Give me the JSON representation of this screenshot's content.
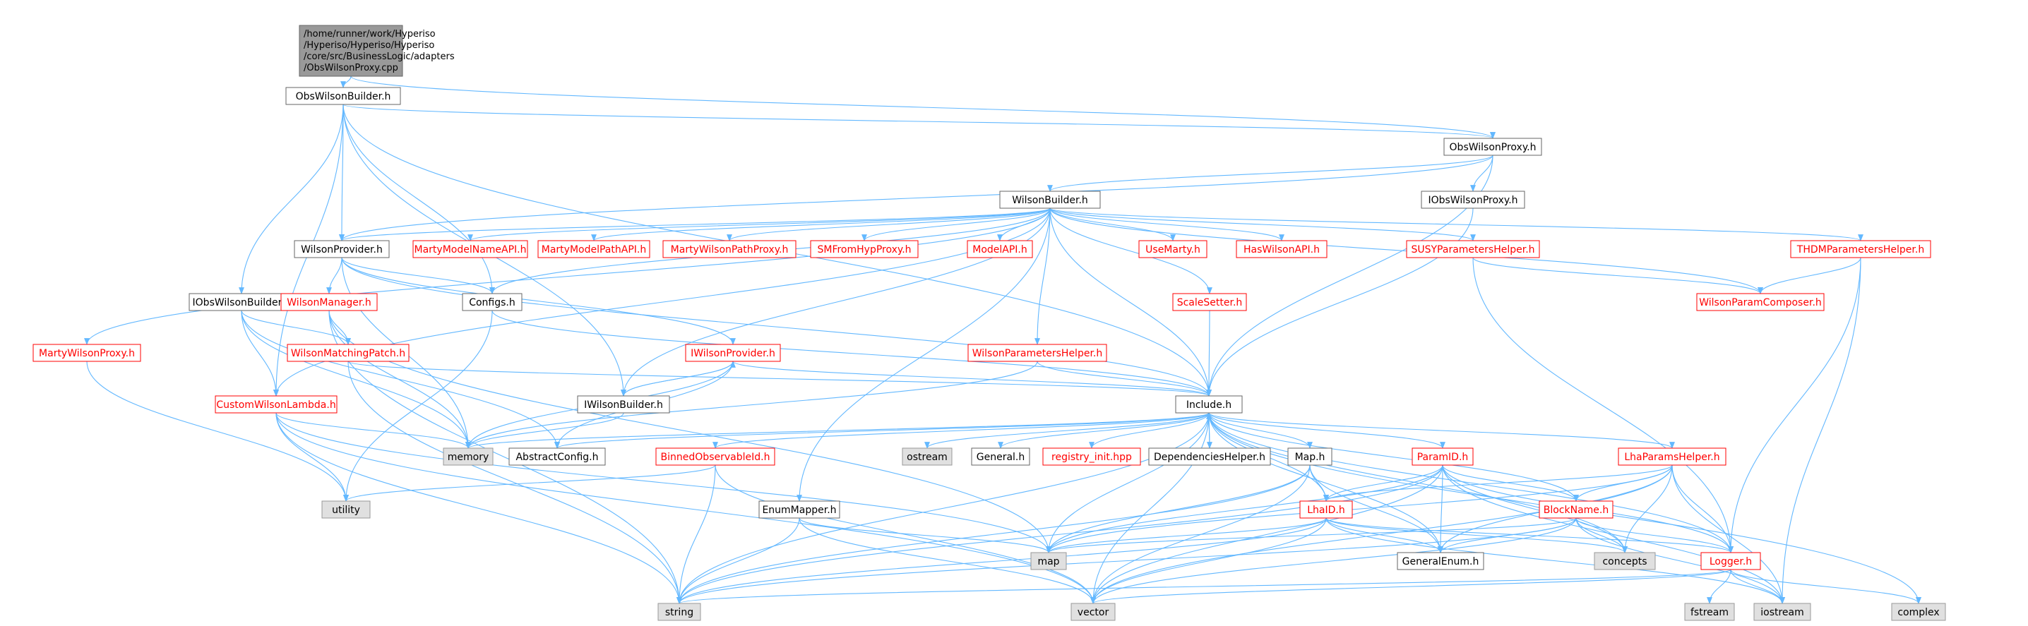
{
  "graph": {
    "root": {
      "id": "root",
      "label_lines": [
        "/home/runner/work/Hyperiso",
        "/Hyperiso/Hyperiso/Hyperiso",
        "/core/src/BusinessLogic/adapters",
        "/ObsWilsonProxy.cpp"
      ]
    },
    "nodes": [
      {
        "id": "ObsWilsonBuilder",
        "label": "ObsWilsonBuilder.h",
        "style": "white"
      },
      {
        "id": "ObsWilsonProxy",
        "label": "ObsWilsonProxy.h",
        "style": "white"
      },
      {
        "id": "WilsonBuilder",
        "label": "WilsonBuilder.h",
        "style": "white"
      },
      {
        "id": "IObsWilsonProxy",
        "label": "IObsWilsonProxy.h",
        "style": "white"
      },
      {
        "id": "WilsonProvider",
        "label": "WilsonProvider.h",
        "style": "white"
      },
      {
        "id": "MartyModelNameAPI",
        "label": "MartyModelNameAPI.h",
        "style": "red"
      },
      {
        "id": "MartyModelPathAPI",
        "label": "MartyModelPathAPI.h",
        "style": "red"
      },
      {
        "id": "MartyWilsonPathProxy",
        "label": "MartyWilsonPathProxy.h",
        "style": "red"
      },
      {
        "id": "SMFromHypProxy",
        "label": "SMFromHypProxy.h",
        "style": "red"
      },
      {
        "id": "ModelAPI",
        "label": "ModelAPI.h",
        "style": "red"
      },
      {
        "id": "UseMarty",
        "label": "UseMarty.h",
        "style": "red"
      },
      {
        "id": "HasWilsonAPI",
        "label": "HasWilsonAPI.h",
        "style": "red"
      },
      {
        "id": "SUSYParametersHelper",
        "label": "SUSYParametersHelper.h",
        "style": "red"
      },
      {
        "id": "THDMParametersHelper",
        "label": "THDMParametersHelper.h",
        "style": "red"
      },
      {
        "id": "IObsWilsonBuilder",
        "label": "IObsWilsonBuilder.h",
        "style": "white"
      },
      {
        "id": "WilsonManager",
        "label": "WilsonManager.h",
        "style": "red"
      },
      {
        "id": "Configs",
        "label": "Configs.h",
        "style": "white"
      },
      {
        "id": "ScaleSetter",
        "label": "ScaleSetter.h",
        "style": "red"
      },
      {
        "id": "WilsonParamComposer",
        "label": "WilsonParamComposer.h",
        "style": "red"
      },
      {
        "id": "MartyWilsonProxy",
        "label": "MartyWilsonProxy.h",
        "style": "red"
      },
      {
        "id": "WilsonMatchingPatch",
        "label": "WilsonMatchingPatch.h",
        "style": "red"
      },
      {
        "id": "IWilsonProvider",
        "label": "IWilsonProvider.h",
        "style": "red"
      },
      {
        "id": "WilsonParametersHelper",
        "label": "WilsonParametersHelper.h",
        "style": "red"
      },
      {
        "id": "CustomWilsonLambda",
        "label": "CustomWilsonLambda.h",
        "style": "red"
      },
      {
        "id": "IWilsonBuilder",
        "label": "IWilsonBuilder.h",
        "style": "white"
      },
      {
        "id": "Include",
        "label": "Include.h",
        "style": "white"
      },
      {
        "id": "memory",
        "label": "memory",
        "style": "gray"
      },
      {
        "id": "AbstractConfig",
        "label": "AbstractConfig.h",
        "style": "white"
      },
      {
        "id": "ostream",
        "label": "ostream",
        "style": "gray"
      },
      {
        "id": "General",
        "label": "General.h",
        "style": "white"
      },
      {
        "id": "registry_init",
        "label": "registry_init.hpp",
        "style": "red"
      },
      {
        "id": "DependenciesHelper",
        "label": "DependenciesHelper.h",
        "style": "white"
      },
      {
        "id": "Map",
        "label": "Map.h",
        "style": "white"
      },
      {
        "id": "ParamID",
        "label": "ParamID.h",
        "style": "red"
      },
      {
        "id": "LhaParamsHelper",
        "label": "LhaParamsHelper.h",
        "style": "red"
      },
      {
        "id": "BinnedObservableId",
        "label": "BinnedObservableId.h",
        "style": "red"
      },
      {
        "id": "utility",
        "label": "utility",
        "style": "gray"
      },
      {
        "id": "EnumMapper",
        "label": "EnumMapper.h",
        "style": "white"
      },
      {
        "id": "LhaID",
        "label": "LhaID.h",
        "style": "red"
      },
      {
        "id": "BlockName",
        "label": "BlockName.h",
        "style": "red"
      },
      {
        "id": "map",
        "label": "map",
        "style": "gray"
      },
      {
        "id": "GeneralEnum",
        "label": "GeneralEnum.h",
        "style": "white"
      },
      {
        "id": "concepts",
        "label": "concepts",
        "style": "gray"
      },
      {
        "id": "Logger",
        "label": "Logger.h",
        "style": "red"
      },
      {
        "id": "string",
        "label": "string",
        "style": "gray"
      },
      {
        "id": "vector",
        "label": "vector",
        "style": "gray"
      },
      {
        "id": "fstream",
        "label": "fstream",
        "style": "gray"
      },
      {
        "id": "iostream",
        "label": "iostream",
        "style": "gray"
      },
      {
        "id": "complex",
        "label": "complex",
        "style": "gray"
      }
    ],
    "edges": [
      [
        "root",
        "ObsWilsonBuilder"
      ],
      [
        "root",
        "ObsWilsonProxy"
      ],
      [
        "ObsWilsonBuilder",
        "ObsWilsonProxy"
      ],
      [
        "ObsWilsonBuilder",
        "WilsonProvider"
      ],
      [
        "ObsWilsonBuilder",
        "IObsWilsonBuilder"
      ],
      [
        "ObsWilsonBuilder",
        "Configs"
      ],
      [
        "ObsWilsonBuilder",
        "IWilsonBuilder"
      ],
      [
        "ObsWilsonBuilder",
        "Include"
      ],
      [
        "ObsWilsonBuilder",
        "CustomWilsonLambda"
      ],
      [
        "ObsWilsonProxy",
        "WilsonBuilder"
      ],
      [
        "ObsWilsonProxy",
        "IObsWilsonProxy"
      ],
      [
        "ObsWilsonProxy",
        "Include"
      ],
      [
        "ObsWilsonProxy",
        "WilsonProvider"
      ],
      [
        "WilsonBuilder",
        "WilsonProvider"
      ],
      [
        "WilsonBuilder",
        "MartyModelNameAPI"
      ],
      [
        "WilsonBuilder",
        "MartyModelPathAPI"
      ],
      [
        "WilsonBuilder",
        "MartyWilsonPathProxy"
      ],
      [
        "WilsonBuilder",
        "SMFromHypProxy"
      ],
      [
        "WilsonBuilder",
        "ModelAPI"
      ],
      [
        "WilsonBuilder",
        "UseMarty"
      ],
      [
        "WilsonBuilder",
        "HasWilsonAPI"
      ],
      [
        "WilsonBuilder",
        "SUSYParametersHelper"
      ],
      [
        "WilsonBuilder",
        "THDMParametersHelper"
      ],
      [
        "WilsonBuilder",
        "Configs"
      ],
      [
        "WilsonBuilder",
        "ScaleSetter"
      ],
      [
        "WilsonBuilder",
        "WilsonParamComposer"
      ],
      [
        "WilsonBuilder",
        "MartyWilsonProxy"
      ],
      [
        "WilsonBuilder",
        "WilsonParametersHelper"
      ],
      [
        "WilsonBuilder",
        "IWilsonBuilder"
      ],
      [
        "WilsonBuilder",
        "Include"
      ],
      [
        "WilsonBuilder",
        "EnumMapper"
      ],
      [
        "WilsonBuilder",
        "CustomWilsonLambda"
      ],
      [
        "IObsWilsonProxy",
        "Include"
      ],
      [
        "WilsonProvider",
        "WilsonManager"
      ],
      [
        "WilsonProvider",
        "Configs"
      ],
      [
        "WilsonProvider",
        "IWilsonProvider"
      ],
      [
        "WilsonProvider",
        "Include"
      ],
      [
        "WilsonProvider",
        "memory"
      ],
      [
        "SUSYParametersHelper",
        "WilsonParamComposer"
      ],
      [
        "SUSYParametersHelper",
        "Logger"
      ],
      [
        "THDMParametersHelper",
        "WilsonParamComposer"
      ],
      [
        "THDMParametersHelper",
        "Logger"
      ],
      [
        "THDMParametersHelper",
        "iostream"
      ],
      [
        "IObsWilsonBuilder",
        "WilsonMatchingPatch"
      ],
      [
        "IObsWilsonBuilder",
        "CustomWilsonLambda"
      ],
      [
        "IObsWilsonBuilder",
        "memory"
      ],
      [
        "IObsWilsonBuilder",
        "AbstractConfig"
      ],
      [
        "WilsonManager",
        "WilsonMatchingPatch"
      ],
      [
        "WilsonManager",
        "memory"
      ],
      [
        "WilsonManager",
        "map"
      ],
      [
        "WilsonManager",
        "string"
      ],
      [
        "Configs",
        "Include"
      ],
      [
        "Configs",
        "utility"
      ],
      [
        "ScaleSetter",
        "Include"
      ],
      [
        "MartyWilsonProxy",
        "utility"
      ],
      [
        "WilsonMatchingPatch",
        "Include"
      ],
      [
        "WilsonMatchingPatch",
        "string"
      ],
      [
        "IWilsonProvider",
        "IWilsonBuilder"
      ],
      [
        "IWilsonProvider",
        "Include"
      ],
      [
        "IWilsonProvider",
        "memory"
      ],
      [
        "IWilsonProvider",
        "AbstractConfig"
      ],
      [
        "WilsonParametersHelper",
        "Include"
      ],
      [
        "WilsonParametersHelper",
        "memory"
      ],
      [
        "CustomWilsonLambda",
        "memory"
      ],
      [
        "CustomWilsonLambda",
        "utility"
      ],
      [
        "CustomWilsonLambda",
        "string"
      ],
      [
        "CustomWilsonLambda",
        "map"
      ],
      [
        "CustomWilsonLambda",
        "vector"
      ],
      [
        "IWilsonBuilder",
        "IWilsonProvider"
      ],
      [
        "IWilsonBuilder",
        "memory"
      ],
      [
        "Include",
        "memory"
      ],
      [
        "Include",
        "AbstractConfig"
      ],
      [
        "Include",
        "ostream"
      ],
      [
        "Include",
        "General"
      ],
      [
        "Include",
        "registry_init"
      ],
      [
        "Include",
        "DependenciesHelper"
      ],
      [
        "Include",
        "Map"
      ],
      [
        "Include",
        "ParamID"
      ],
      [
        "Include",
        "LhaParamsHelper"
      ],
      [
        "Include",
        "BinnedObservableId"
      ],
      [
        "Include",
        "LhaID"
      ],
      [
        "Include",
        "BlockName"
      ],
      [
        "Include",
        "map"
      ],
      [
        "Include",
        "GeneralEnum"
      ],
      [
        "Include",
        "concepts"
      ],
      [
        "Include",
        "Logger"
      ],
      [
        "Include",
        "string"
      ],
      [
        "Include",
        "vector"
      ],
      [
        "Include",
        "complex"
      ],
      [
        "DependenciesHelper",
        "Include"
      ],
      [
        "Map",
        "map"
      ],
      [
        "Map",
        "vector"
      ],
      [
        "Map",
        "string"
      ],
      [
        "Map",
        "LhaID"
      ],
      [
        "Map",
        "GeneralEnum"
      ],
      [
        "ParamID",
        "LhaID"
      ],
      [
        "ParamID",
        "BlockName"
      ],
      [
        "ParamID",
        "GeneralEnum"
      ],
      [
        "ParamID",
        "map"
      ],
      [
        "ParamID",
        "string"
      ],
      [
        "ParamID",
        "vector"
      ],
      [
        "ParamID",
        "concepts"
      ],
      [
        "ParamID",
        "Logger"
      ],
      [
        "ParamID",
        "iostream"
      ],
      [
        "LhaParamsHelper",
        "BlockName"
      ],
      [
        "LhaParamsHelper",
        "LhaID"
      ],
      [
        "LhaParamsHelper",
        "GeneralEnum"
      ],
      [
        "LhaParamsHelper",
        "Logger"
      ],
      [
        "LhaParamsHelper",
        "concepts"
      ],
      [
        "LhaParamsHelper",
        "map"
      ],
      [
        "LhaParamsHelper",
        "iostream"
      ],
      [
        "LhaParamsHelper",
        "vector"
      ],
      [
        "BinnedObservableId",
        "string"
      ],
      [
        "BinnedObservableId",
        "vector"
      ],
      [
        "BinnedObservableId",
        "utility"
      ],
      [
        "EnumMapper",
        "map"
      ],
      [
        "EnumMapper",
        "string"
      ],
      [
        "EnumMapper",
        "vector"
      ],
      [
        "LhaID",
        "GeneralEnum"
      ],
      [
        "LhaID",
        "map"
      ],
      [
        "LhaID",
        "concepts"
      ],
      [
        "LhaID",
        "Logger"
      ],
      [
        "LhaID",
        "string"
      ],
      [
        "LhaID",
        "vector"
      ],
      [
        "LhaID",
        "iostream"
      ],
      [
        "BlockName",
        "GeneralEnum"
      ],
      [
        "BlockName",
        "map"
      ],
      [
        "BlockName",
        "concepts"
      ],
      [
        "BlockName",
        "Logger"
      ],
      [
        "BlockName",
        "string"
      ],
      [
        "BlockName",
        "vector"
      ],
      [
        "BlockName",
        "iostream"
      ],
      [
        "Logger",
        "fstream"
      ],
      [
        "Logger",
        "iostream"
      ],
      [
        "Logger",
        "string"
      ],
      [
        "Logger",
        "vector"
      ],
      [
        "Logger",
        "complex"
      ]
    ]
  }
}
